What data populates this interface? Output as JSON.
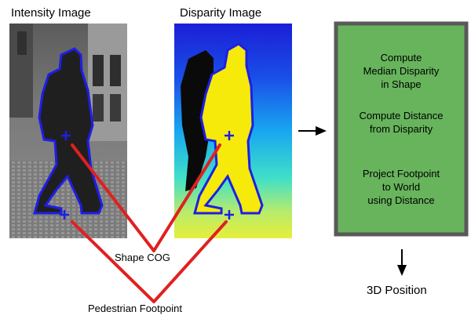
{
  "intensity_title": "Intensity Image",
  "disparity_title": "Disparity Image",
  "labels": {
    "shape_cog": "Shape COG",
    "footpoint": "Pedestrian Footpoint"
  },
  "process_box": {
    "step1": [
      "Compute",
      "Median Disparity",
      "in Shape"
    ],
    "step2": [
      "Compute Distance",
      "from Disparity"
    ],
    "step3": [
      "Project Footpoint",
      "to World",
      "using Distance"
    ]
  },
  "output_label": "3D Position",
  "colors": {
    "box_fill": "#67b45c",
    "box_border": "#595959",
    "contour": "#1e1ee6",
    "pointer_lines": "#e02020"
  }
}
